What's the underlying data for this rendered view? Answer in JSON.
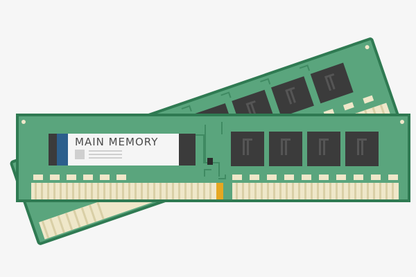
{
  "scene": {
    "description_label": "MAIN MEMORY",
    "colors": {
      "background": "#f6f6f6",
      "pcb": "#5aa57d",
      "pcb_dark": "#3f8a62",
      "pcb_edge": "#2f7a52",
      "chip": "#3b3b3b",
      "chip_mark": "#555555",
      "contact_light": "#efe7c9",
      "contact_dark": "#d9cfa6",
      "label_bg": "#f5f5f5",
      "label_stripe": "#2c5f8c",
      "gold_key": "#e5a722"
    },
    "icons": [
      "memory-module",
      "memory-chip"
    ]
  }
}
